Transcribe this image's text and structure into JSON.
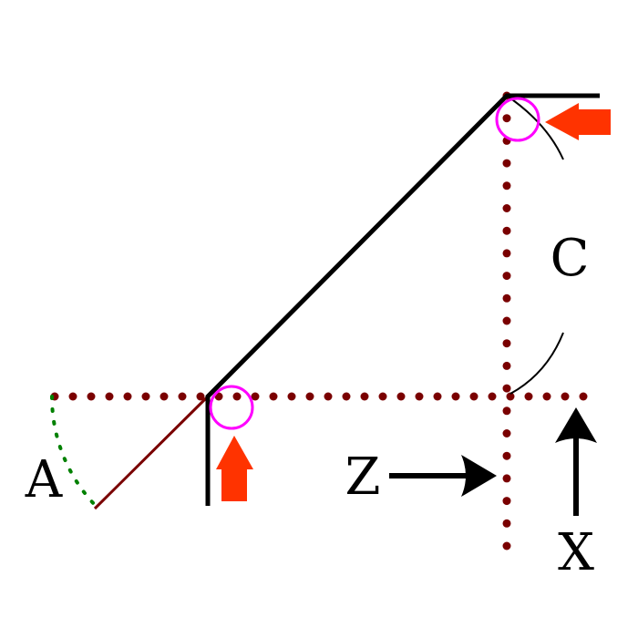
{
  "labels": {
    "a": "A",
    "c": "C",
    "z": "Z",
    "x": "X"
  },
  "colors": {
    "line": "#000000",
    "dotted": "#7a0000",
    "arc_dotted": "#008000",
    "highlight_circle": "#ff00ff",
    "indicator_arrow": "#ff3300"
  }
}
